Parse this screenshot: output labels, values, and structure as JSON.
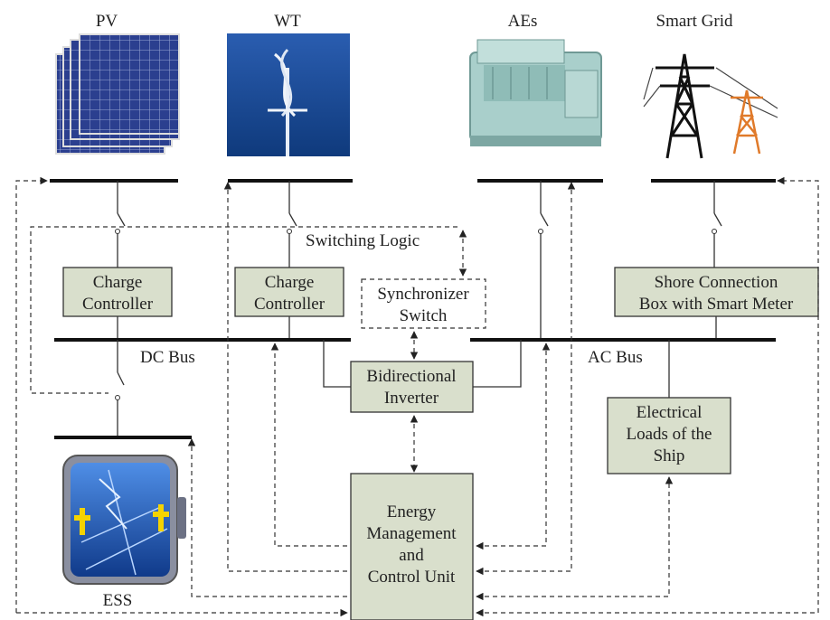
{
  "sources": {
    "pv": "PV",
    "wt": "WT",
    "aes": "AEs",
    "grid": "Smart Grid"
  },
  "storage": {
    "ess": "ESS"
  },
  "buses": {
    "dc": "DC Bus",
    "ac": "AC Bus"
  },
  "switching_logic": "Switching Logic",
  "boxes": {
    "charge_controller_1": [
      "Charge",
      "Controller"
    ],
    "charge_controller_2": [
      "Charge",
      "Controller"
    ],
    "synchronizer": [
      "Synchronizer",
      "Switch"
    ],
    "shore_connection": [
      "Shore Connection",
      "Box with Smart Meter"
    ],
    "inverter": [
      "Bidirectional",
      "Inverter"
    ],
    "loads": [
      "Electrical",
      "Loads of the",
      "Ship"
    ],
    "emcu": [
      "Energy",
      "Management",
      "and",
      "Control Unit"
    ]
  },
  "colors": {
    "box_fill": "#d9dfcc",
    "line": "#333333",
    "pv_panel": "#2b3f8f",
    "sky": "#1f5fa8",
    "engine": "#9fc7c3",
    "tower": "#1a1a1a",
    "tower_orange": "#e07a2a"
  },
  "icons": [
    "solar-panel-icon",
    "wind-turbine-icon",
    "engine-icon",
    "transmission-tower-icon",
    "battery-icon"
  ]
}
